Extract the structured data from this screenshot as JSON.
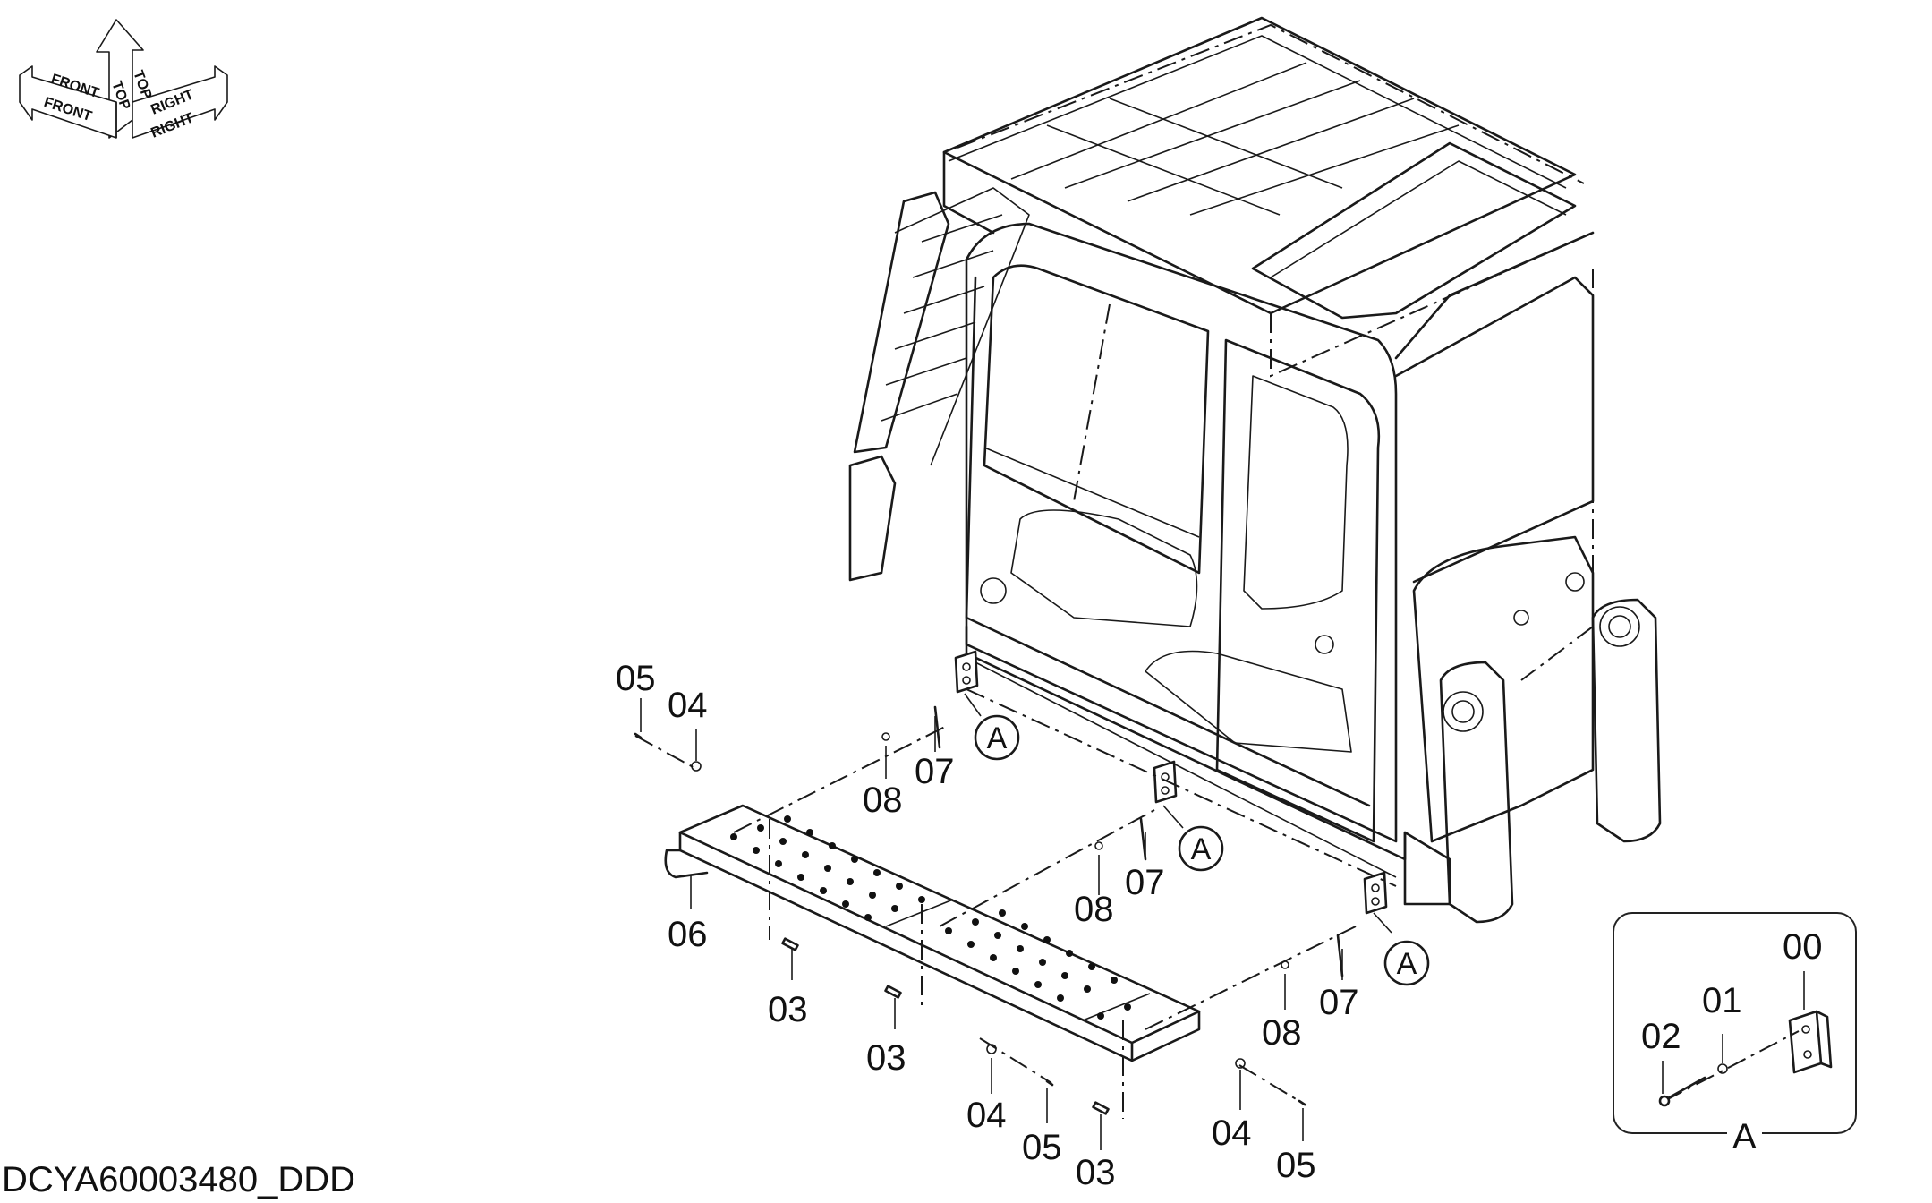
{
  "orientation": {
    "front": "FRONT",
    "top": "TOP",
    "right": "RIGHT"
  },
  "document_code": "DCYA60003480_DDD",
  "callouts": {
    "a1": "A",
    "a2": "A",
    "a3": "A"
  },
  "labels": {
    "p05_a": "05",
    "p04_a": "04",
    "p07_a": "07",
    "p08_a": "08",
    "p08_b": "08",
    "p07_b": "07",
    "p06": "06",
    "p03_a": "03",
    "p03_b": "03",
    "p03_c": "03",
    "p08_c": "08",
    "p07_c": "07",
    "p04_b": "04",
    "p05_b": "05",
    "p04_c": "04",
    "p05_c": "05"
  },
  "detail": {
    "caption": "A",
    "labels": {
      "p00": "00",
      "p01": "01",
      "p02": "02"
    }
  }
}
